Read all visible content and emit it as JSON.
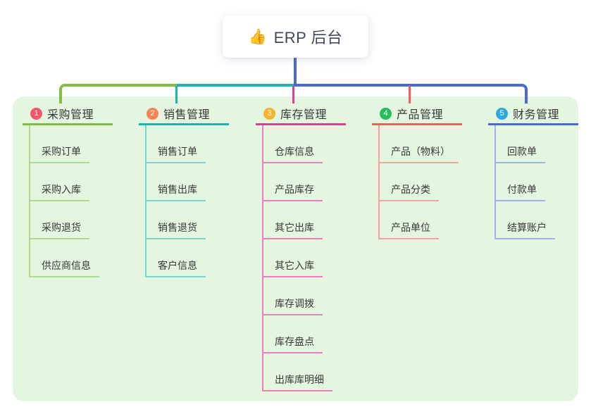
{
  "root": {
    "emoji": "👍",
    "icon": "thumbs-up-icon",
    "label": "ERP 后台"
  },
  "branches": [
    {
      "index": "1",
      "label": "采购管理",
      "badge_color": "#f4566c",
      "line_color": "#82bd4a",
      "child_line_color": "#b1d98d",
      "children": [
        "采购订单",
        "采购入库",
        "采购退货",
        "供应商信息"
      ]
    },
    {
      "index": "2",
      "label": "销售管理",
      "badge_color": "#f8854f",
      "line_color": "#16b7ae",
      "child_line_color": "#7dd3cd",
      "children": [
        "销售订单",
        "销售出库",
        "销售退货",
        "客户信息"
      ]
    },
    {
      "index": "3",
      "label": "库存管理",
      "badge_color": "#f8b22e",
      "line_color": "#e23d93",
      "child_line_color": "#ef7cba",
      "children": [
        "仓库信息",
        "产品库存",
        "其它出库",
        "其它入库",
        "库存调拨",
        "库存盘点",
        "出库库明细"
      ]
    },
    {
      "index": "4",
      "label": "产品管理",
      "badge_color": "#27bd5f",
      "line_color": "#f45b5b",
      "child_line_color": "#f8a0a0",
      "children": [
        "产品（物料）",
        "产品分类",
        "产品单位"
      ]
    },
    {
      "index": "5",
      "label": "财务管理",
      "badge_color": "#2ba9e0",
      "line_color": "#4c68d7",
      "child_line_color": "#a0b2e8",
      "children": [
        "回款单",
        "付款单",
        "结算账户"
      ]
    }
  ],
  "colors": {
    "panel_bg": "#e4f5e0",
    "root_stem": "#4c68d7",
    "text": "#383838",
    "root_text": "#3d4a5d"
  }
}
